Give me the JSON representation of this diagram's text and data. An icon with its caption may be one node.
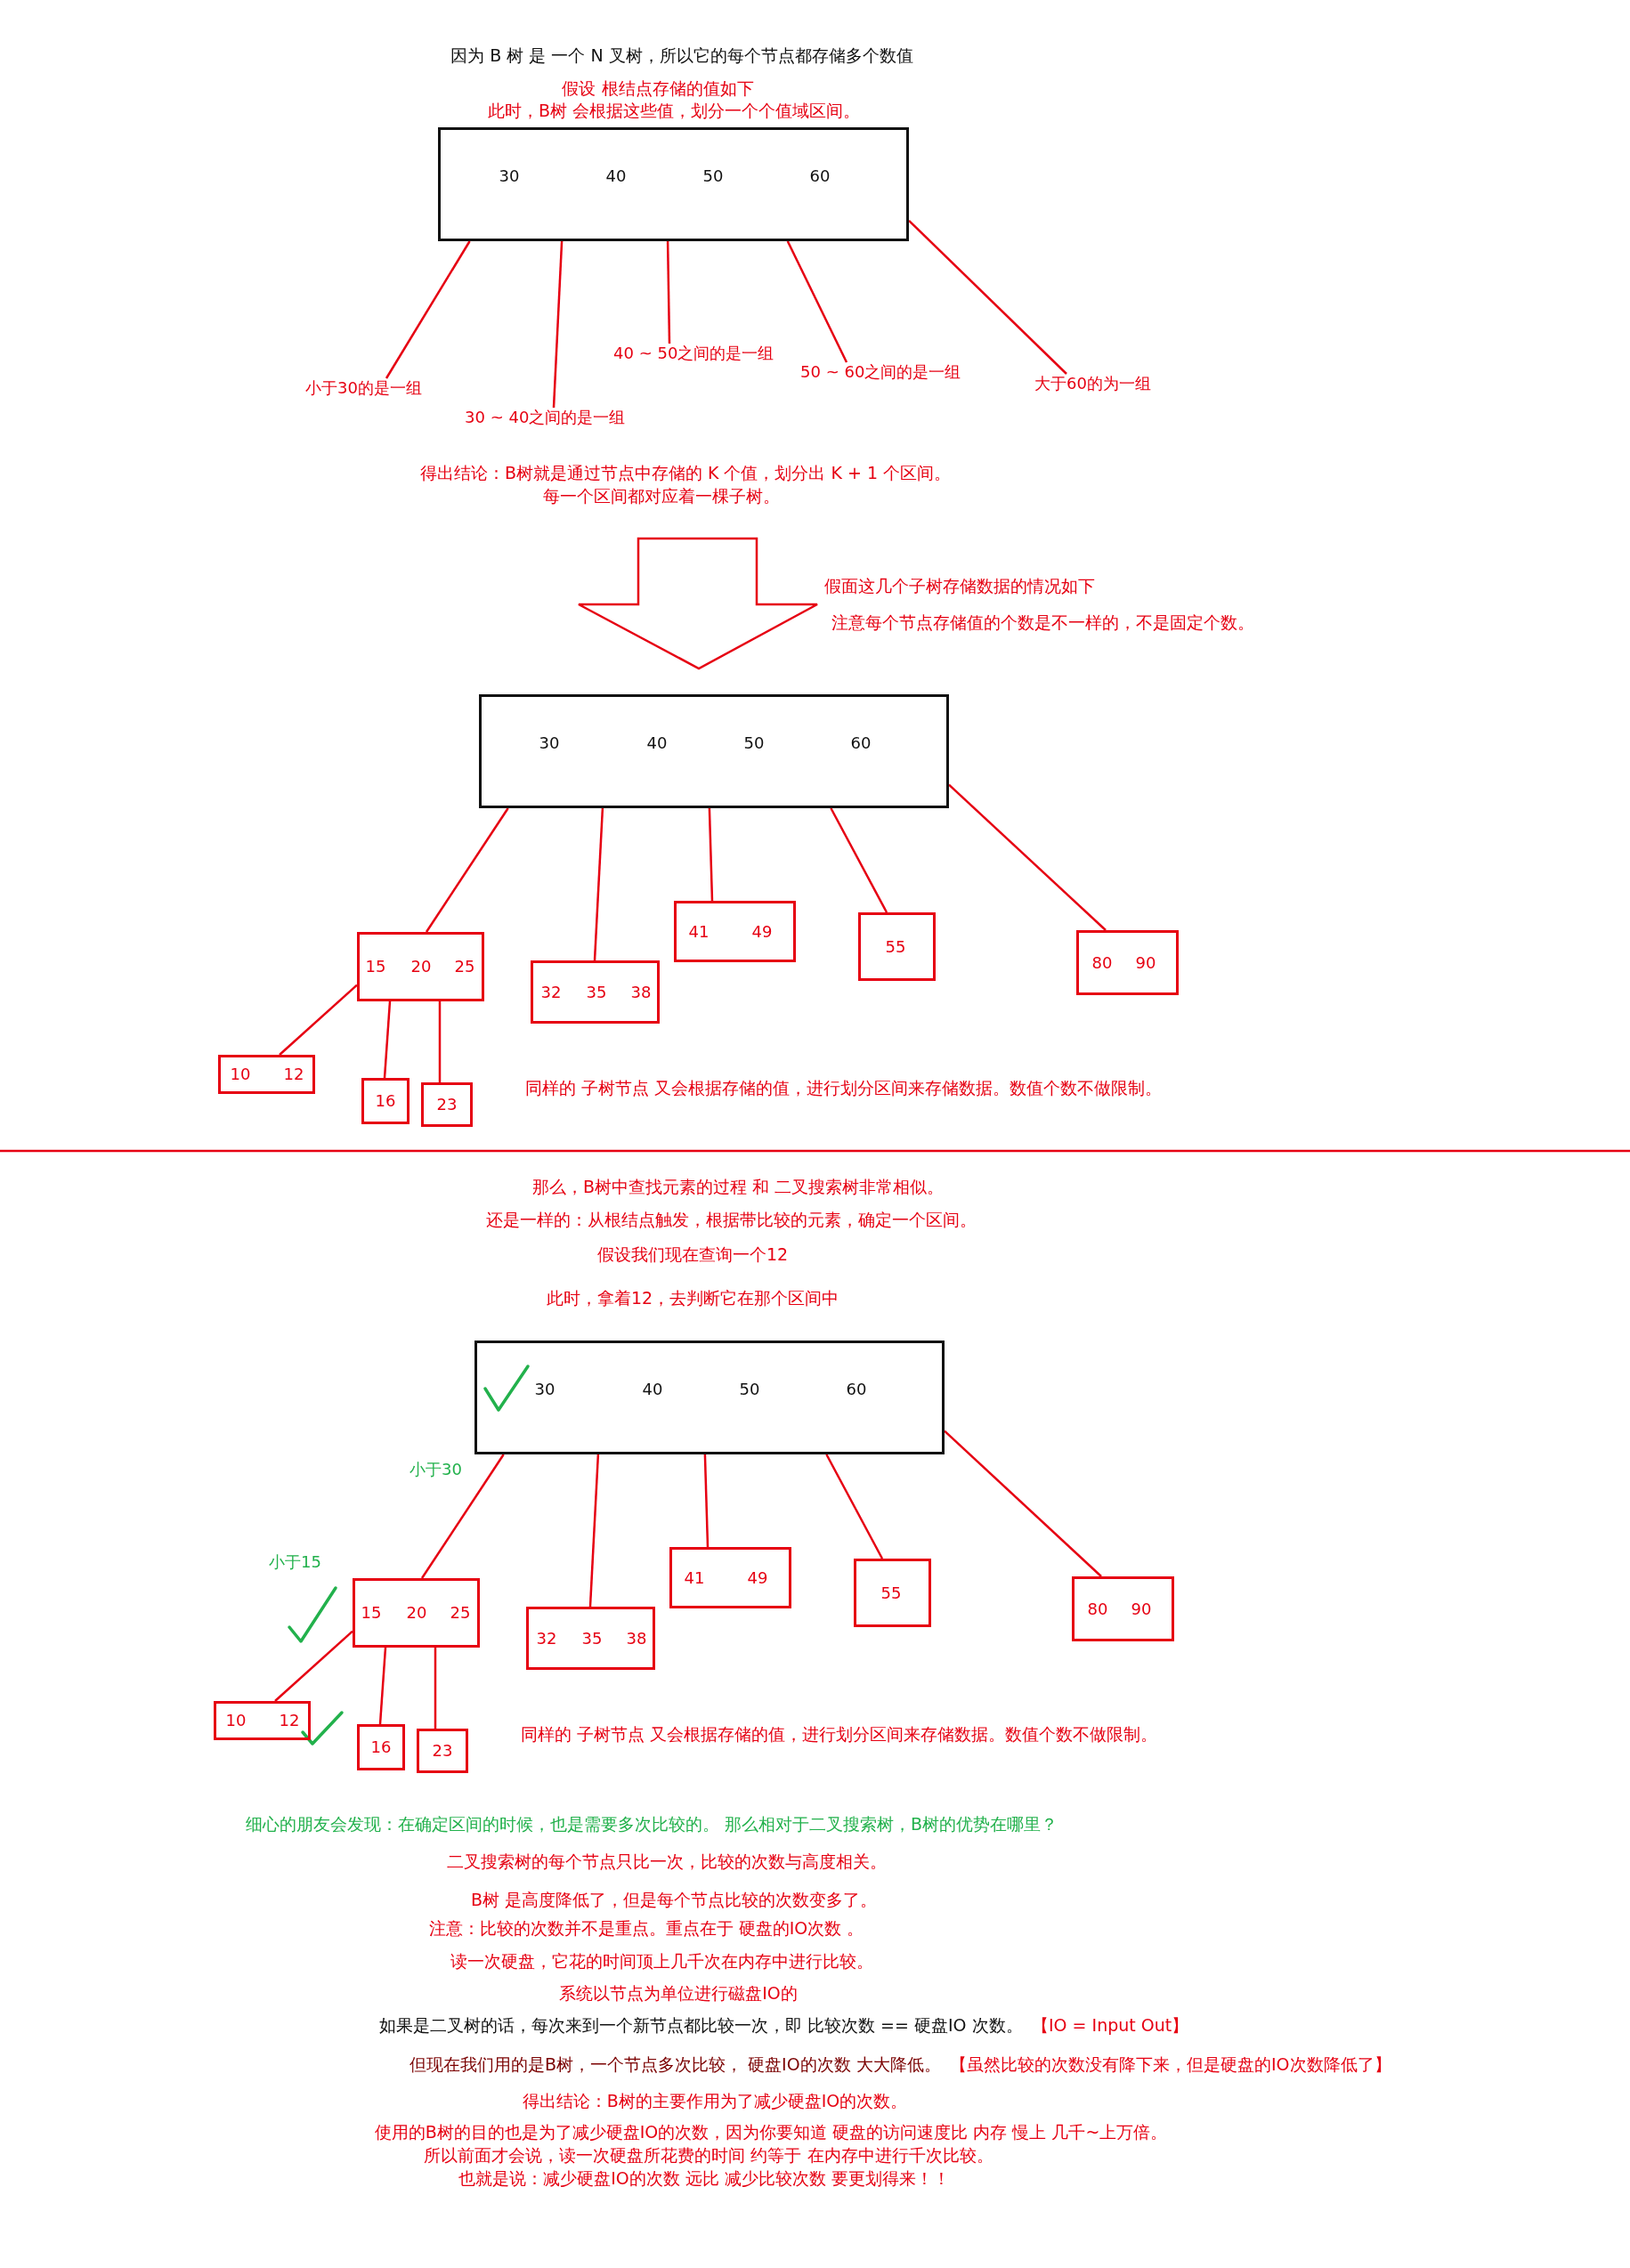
{
  "diagram": {
    "title": "因为 B 树 是 一个 N 叉树，所以它的每个节点都存储多个数值",
    "nodes": [
      {
        "text": [
          "30",
          "40",
          "50",
          "60"
        ]
      },
      {
        "text": [
          "小于30的是一组"
        ]
      },
      {
        "text": [
          "30 ~ 40之间的是一组"
        ]
      },
      {
        "text": [
          "40 ~ 50之间的是一组"
        ]
      },
      {
        "text": [
          "50 ~ 60之间的是一组"
        ]
      },
      {
        "text": [
          "大于60的为一组"
        ]
      },
      {
        "text": [
          "30",
          "40",
          "50",
          "60"
        ]
      },
      {
        "text": [
          "15",
          "20",
          "25"
        ]
      },
      {
        "text": [
          "32",
          "35",
          "38"
        ]
      },
      {
        "text": [
          "41",
          "49"
        ]
      },
      {
        "text": [
          "55"
        ]
      },
      {
        "text": [
          "80",
          "90"
        ]
      },
      {
        "text": [
          "10",
          "12"
        ]
      },
      {
        "text": [
          "16"
        ]
      },
      {
        "text": [
          "23"
        ]
      },
      {
        "text": [
          "30",
          "40",
          "50",
          "60"
        ]
      },
      {
        "text": [
          "15",
          "20",
          "25"
        ]
      },
      {
        "text": [
          "32",
          "35",
          "38"
        ]
      },
      {
        "text": [
          "41",
          "49"
        ]
      },
      {
        "text": [
          "55"
        ]
      },
      {
        "text": [
          "80",
          "90"
        ]
      },
      {
        "text": [
          "10",
          "12"
        ]
      },
      {
        "text": [
          "16"
        ]
      },
      {
        "text": [
          "23"
        ]
      }
    ],
    "edges": [
      {
        "from": 0,
        "to": 1,
        "arrow": "none"
      },
      {
        "from": 0,
        "to": 2,
        "arrow": "none"
      },
      {
        "from": 0,
        "to": 3,
        "arrow": "none"
      },
      {
        "from": 0,
        "to": 4,
        "arrow": "none"
      },
      {
        "from": 0,
        "to": 5,
        "arrow": "none"
      },
      {
        "from": 6,
        "to": 7,
        "arrow": "none"
      },
      {
        "from": 6,
        "to": 8,
        "arrow": "none"
      },
      {
        "from": 6,
        "to": 9,
        "arrow": "none"
      },
      {
        "from": 6,
        "to": 10,
        "arrow": "none"
      },
      {
        "from": 6,
        "to": 11,
        "arrow": "none"
      },
      {
        "from": 7,
        "to": 12,
        "arrow": "none"
      },
      {
        "from": 7,
        "to": 13,
        "arrow": "none"
      },
      {
        "from": 7,
        "to": 14,
        "arrow": "none"
      },
      {
        "from": 15,
        "to": 16,
        "arrow": "none",
        "label": "小于30"
      },
      {
        "from": 15,
        "to": 17,
        "arrow": "none"
      },
      {
        "from": 15,
        "to": 18,
        "arrow": "none"
      },
      {
        "from": 15,
        "to": 19,
        "arrow": "none"
      },
      {
        "from": 15,
        "to": 20,
        "arrow": "none"
      },
      {
        "from": 16,
        "to": 21,
        "arrow": "none",
        "label": "小于15"
      },
      {
        "from": 16,
        "to": 22,
        "arrow": "none"
      },
      {
        "from": 16,
        "to": 23,
        "arrow": "none"
      }
    ],
    "labels": [
      "假设 根结点存储的值如下",
      "此时，B树 会根据这些值，划分一个个值域区间。",
      "得出结论：B树就是通过节点中存储的 K 个值，划分出 K + 1 个区间。",
      "每一个区间都对应着一棵子树。",
      "假面这几个子树存储数据的情况如下",
      "注意每个节点存储值的个数是不一样的，不是固定个数。",
      "同样的 子树节点 又会根据存储的值，进行划分区间来存储数据。数值个数不做限制。",
      "那么，B树中查找元素的过程 和 二叉搜索树非常相似。",
      "还是一样的：从根结点触发，根据带比较的元素，确定一个区间。",
      "假设我们现在查询一个12",
      "此时，拿着12，去判断它在那个区间中",
      "同样的 子树节点 又会根据存储的值，进行划分区间来存储数据。数值个数不做限制。",
      "细心的朋友会发现：在确定区间的时候，也是需要多次比较的。 那么相对于二叉搜索树，B树的优势在哪里？",
      "二叉搜索树的每个节点只比一次，比较的次数与高度相关。",
      "B树 是高度降低了，但是每个节点比较的次数变多了。",
      "注意：比较的次数并不是重点。重点在于 硬盘的IO次数 。",
      "读一次硬盘，它花的时间顶上几千次在内存中进行比较。",
      "系统以节点为单位进行磁盘IO的",
      "如果是二叉树的话，每次来到一个新节点都比较一次，即 比较次数 == 硬盘IO 次数。",
      "【IO = Input Out】",
      "但现在我们用的是B树，一个节点多次比较， 硬盘IO的次数 大大降低。",
      "【虽然比较的次数没有降下来，但是硬盘的IO次数降低了】",
      "得出结论：B树的主要作用为了减少硬盘IO的次数。",
      "使用的B树的目的也是为了减少硬盘IO的次数，因为你要知道 硬盘的访问速度比 内存 慢上 几千~上万倍。",
      "所以前面才会说，读一次硬盘所花费的时间 约等于 在内存中进行千次比较。",
      "也就是说：减少硬盘IO的次数 远比 减少比较次数 要更划得来！！"
    ]
  }
}
